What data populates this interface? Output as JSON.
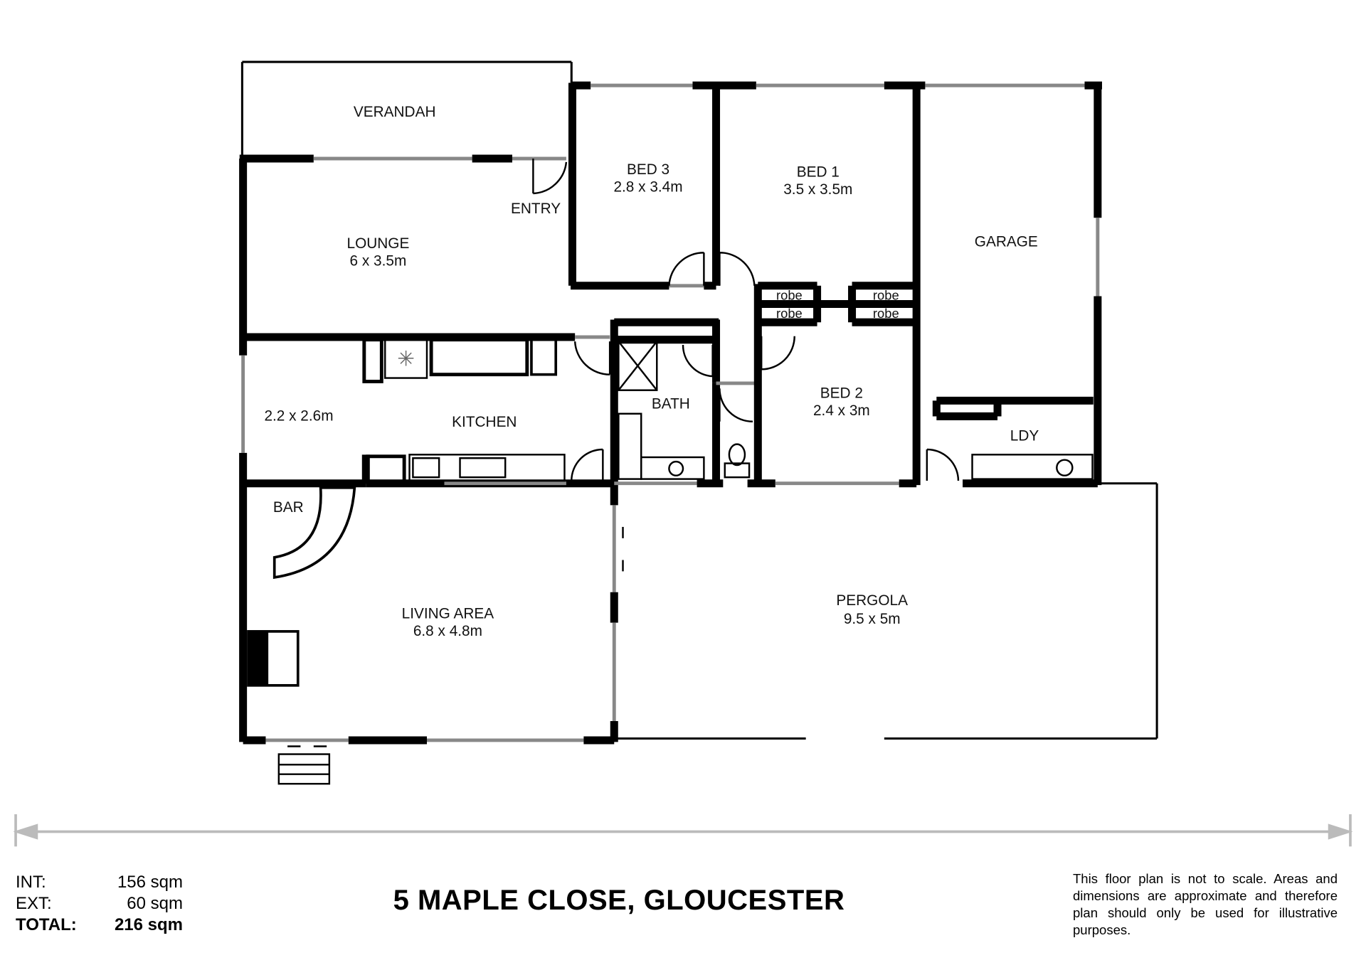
{
  "rooms": {
    "verandah": {
      "name": "VERANDAH"
    },
    "lounge": {
      "name": "LOUNGE",
      "size": "6 x 3.5m"
    },
    "entry": {
      "name": "ENTRY"
    },
    "bed3": {
      "name": "BED 3",
      "size": "2.8 x 3.4m"
    },
    "bed1": {
      "name": "BED 1",
      "size": "3.5 x 3.5m"
    },
    "garage": {
      "name": "GARAGE"
    },
    "robes": [
      "robe",
      "robe",
      "robe",
      "robe"
    ],
    "kitchen": {
      "name": "KITCHEN",
      "size": "2.2 x 2.6m"
    },
    "bath": {
      "name": "BATH"
    },
    "bed2": {
      "name": "BED 2",
      "size": "2.4 x 3m"
    },
    "ldy": {
      "name": "LDY"
    },
    "bar": {
      "name": "BAR"
    },
    "living": {
      "name": "LIVING AREA",
      "size": "6.8 x 4.8m"
    },
    "pergola": {
      "name": "PERGOLA",
      "size": "9.5 x 5m"
    }
  },
  "areas": {
    "int_label": "INT:",
    "int_value": "156 sqm",
    "ext_label": "EXT:",
    "ext_value": "60 sqm",
    "total_label": "TOTAL:",
    "total_value": "216 sqm"
  },
  "address": "5 MAPLE CLOSE, GLOUCESTER",
  "disclaimer": "This floor plan is not to scale. Areas and dimensions are approximate and therefore plan should only be used for illustrative purposes.",
  "colors": {
    "wall": "#000000",
    "window": "#888888",
    "dimension_line": "#bbbbbb"
  }
}
